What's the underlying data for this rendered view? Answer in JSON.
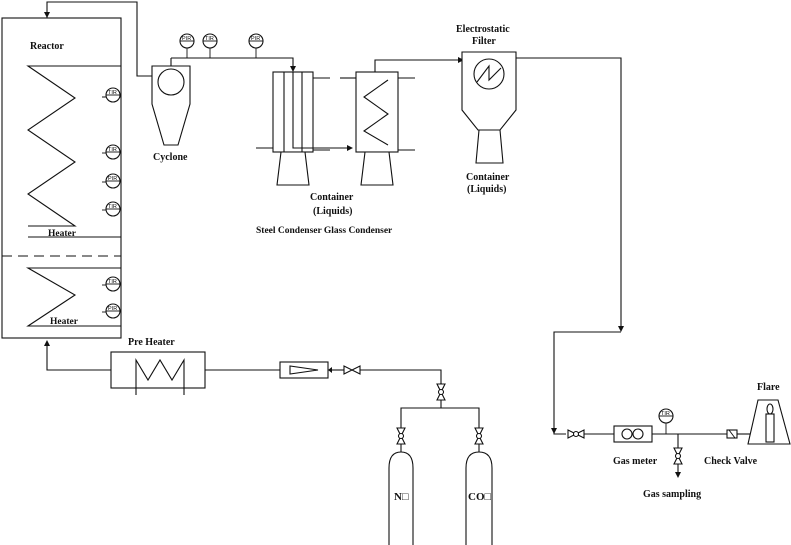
{
  "labels": {
    "reactor": "Reactor",
    "heater_upper": "Heater",
    "heater_lower": "Heater",
    "cyclone": "Cyclone",
    "container_liquids_1": "Container",
    "container_liquids_1b": "(Liquids)",
    "steel_glass_condenser": "Steel Condenser  Glass Condenser",
    "electrostatic_filter_1": "Electrostatic",
    "electrostatic_filter_2": "Filter",
    "container_liquids_2": "Container",
    "container_liquids_2b": "(Liquids)",
    "pre_heater": "Pre Heater",
    "n2_cylinder": "N□",
    "co2_cylinder": "CO□",
    "flare": "Flare",
    "gas_meter": "Gas meter",
    "check_valve": "Check Valve",
    "gas_sampling": "Gas sampling"
  },
  "instruments": {
    "pir_1": "PIR",
    "tir_1": "TIR",
    "pir_2": "PIR",
    "tir_reactor_1": "TIR",
    "tir_reactor_2": "TIR",
    "pir_reactor": "PIR",
    "tir_reactor_3": "TIR",
    "tir_reactor_4": "TIR",
    "pir_reactor_2": "PIR",
    "tir_gas": "TIR"
  }
}
